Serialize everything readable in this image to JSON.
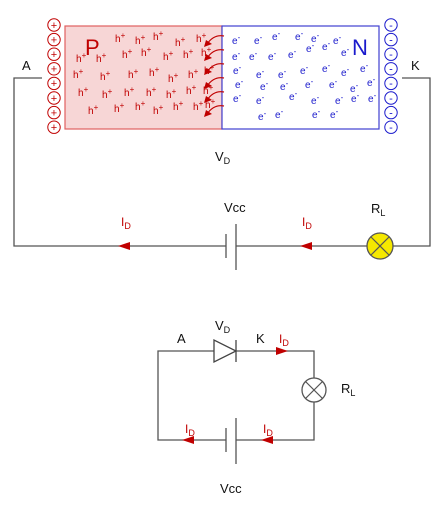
{
  "diagram": {
    "p_region": {
      "label": "P",
      "carrier": "h",
      "carrier_sign": "+",
      "edge_charge": "+",
      "color": "#c00000",
      "fill": "#f7d6d6"
    },
    "n_region": {
      "label": "N",
      "carrier": "e",
      "carrier_sign": "-",
      "edge_charge": "-",
      "color": "#1a1acc",
      "fill": "#ffffff"
    },
    "terminal_anode": "A",
    "terminal_cathode": "K",
    "voltage_label": {
      "main": "V",
      "sub": "D"
    },
    "source_label": "Vcc",
    "current_label": {
      "main": "I",
      "sub": "D"
    },
    "load_label": {
      "main": "R",
      "sub": "L"
    },
    "lamp_color": "#f5e800"
  },
  "schematic": {
    "terminal_anode": "A",
    "terminal_cathode": "K",
    "diode_label": {
      "main": "V",
      "sub": "D"
    },
    "current_label": {
      "main": "I",
      "sub": "D"
    },
    "load_label": {
      "main": "R",
      "sub": "L"
    },
    "source_label": "Vcc"
  }
}
